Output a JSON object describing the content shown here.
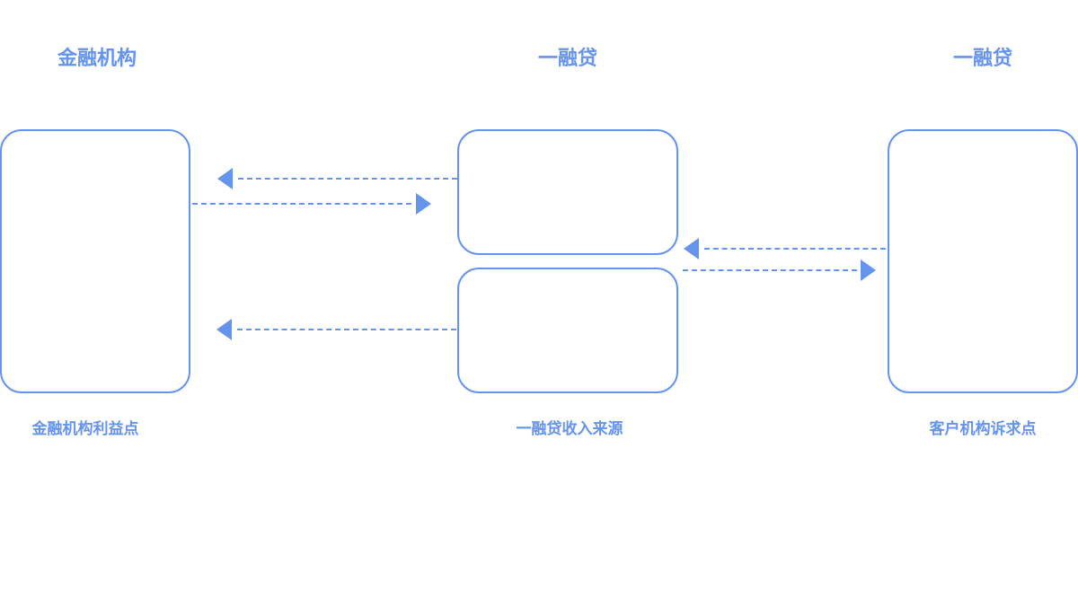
{
  "columns": {
    "left": {
      "title": "金融机构",
      "caption": "金融机构利益点"
    },
    "center": {
      "title": "一融贷",
      "caption": "一融贷收入来源"
    },
    "right": {
      "title": "一融贷",
      "caption": "客户机构诉求点"
    }
  },
  "colors": {
    "accent": "#6594EC",
    "background": "#FFFFFF"
  },
  "connectors": [
    {
      "from": "center-top-box",
      "to": "left-box",
      "style": "dashed"
    },
    {
      "from": "left-box",
      "to": "center-top-box",
      "style": "dashed"
    },
    {
      "from": "right-box",
      "to": "center-boxes",
      "style": "dashed"
    },
    {
      "from": "center-boxes",
      "to": "right-box",
      "style": "dashed"
    },
    {
      "from": "center-bottom-box",
      "to": "left-box",
      "style": "dashed"
    }
  ]
}
